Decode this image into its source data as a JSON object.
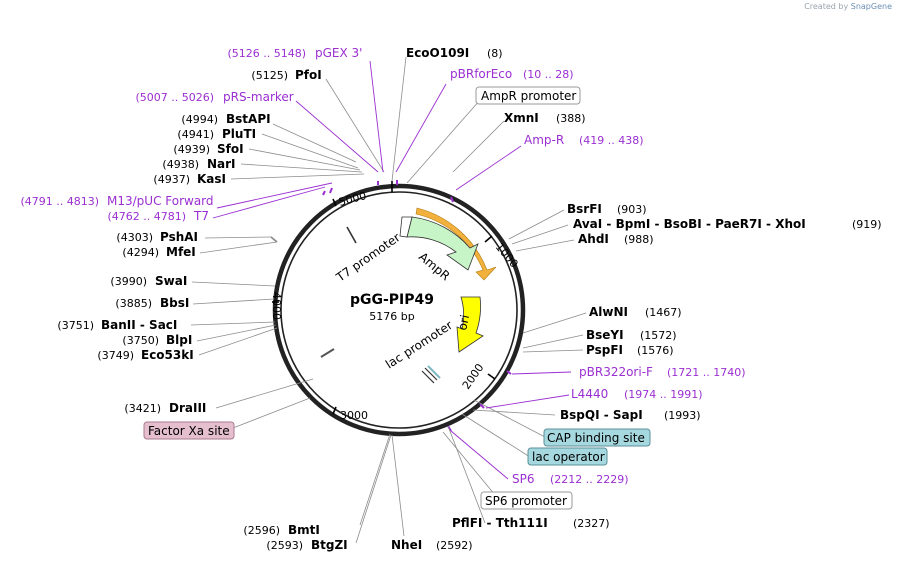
{
  "app": {
    "credit_prefix": "Created by",
    "credit_brand": "SnapGene"
  },
  "plasmid": {
    "name": "pGG-PIP49",
    "length": "5176 bp"
  },
  "scale_ticks": [
    "1000",
    "2000",
    "3000",
    "4000",
    "5000"
  ],
  "enzymes": [
    {
      "name": "EcoO109I",
      "pos": "(8)"
    },
    {
      "name": "PfoI",
      "pos": "(5125)"
    },
    {
      "name": "XmnI",
      "pos": "(388)"
    },
    {
      "name": "BstAPI",
      "pos": "(4994)"
    },
    {
      "name": "PluTI",
      "pos": "(4941)"
    },
    {
      "name": "SfoI",
      "pos": "(4939)"
    },
    {
      "name": "NarI",
      "pos": "(4938)"
    },
    {
      "name": "KasI",
      "pos": "(4937)"
    },
    {
      "name": "BsrFI",
      "pos": "(903)"
    },
    {
      "name": "AvaI - BpmI - BsoBI - PaeR7I - XhoI",
      "pos": "(919)"
    },
    {
      "name": "AhdI",
      "pos": "(988)"
    },
    {
      "name": "PshAI",
      "pos": "(4303)"
    },
    {
      "name": "MfeI",
      "pos": "(4294)"
    },
    {
      "name": "SwaI",
      "pos": "(3990)"
    },
    {
      "name": "BbsI",
      "pos": "(3885)"
    },
    {
      "name": "BanII - SacI",
      "pos": "(3751)"
    },
    {
      "name": "BlpI",
      "pos": "(3750)"
    },
    {
      "name": "Eco53kI",
      "pos": "(3749)"
    },
    {
      "name": "AlwNI",
      "pos": "(1467)"
    },
    {
      "name": "BseYI",
      "pos": "(1572)"
    },
    {
      "name": "PspFI",
      "pos": "(1576)"
    },
    {
      "name": "DraIII",
      "pos": "(3421)"
    },
    {
      "name": "BspQI - SapI",
      "pos": "(1993)"
    },
    {
      "name": "BmtI",
      "pos": "(2596)"
    },
    {
      "name": "BtgZI",
      "pos": "(2593)"
    },
    {
      "name": "NheI",
      "pos": "(2592)"
    },
    {
      "name": "PflFI - Tth111I",
      "pos": "(2327)"
    }
  ],
  "primers": [
    {
      "name": "pGEX 3'",
      "pos": "(5126 .. 5148)"
    },
    {
      "name": "pBRforEco",
      "pos": "(10 .. 28)"
    },
    {
      "name": "pRS-marker",
      "pos": "(5007 .. 5026)"
    },
    {
      "name": "Amp-R",
      "pos": "(419 .. 438)"
    },
    {
      "name": "M13/pUC Forward",
      "pos": "(4791 .. 4813)"
    },
    {
      "name": "T7",
      "pos": "(4762 .. 4781)"
    },
    {
      "name": "pBR322ori-F",
      "pos": "(1721 .. 1740)"
    },
    {
      "name": "L4440",
      "pos": "(1974 .. 1991)"
    },
    {
      "name": "SP6",
      "pos": "(2212 .. 2229)"
    }
  ],
  "feature_boxes": [
    {
      "name": "AmpR promoter",
      "color": "#ffffff"
    },
    {
      "name": "CAP binding site",
      "color": "#a6d8e0"
    },
    {
      "name": "lac operator",
      "color": "#a6d8e0"
    },
    {
      "name": "SP6 promoter",
      "color": "#ffffff"
    },
    {
      "name": "Factor Xa site",
      "color": "#e6bfcf"
    }
  ],
  "inner_features": [
    {
      "name": "T7 promoter"
    },
    {
      "name": "AmpR",
      "color": "#c8f5c8"
    },
    {
      "name": "ori",
      "color": "#ffff00"
    },
    {
      "name": "lac promoter"
    }
  ],
  "colors": {
    "primer": "#9b2fd1",
    "ampr_fill": "#c8f5c8",
    "ori_fill": "#ffff00",
    "orf_arc": "#f2b13c"
  }
}
